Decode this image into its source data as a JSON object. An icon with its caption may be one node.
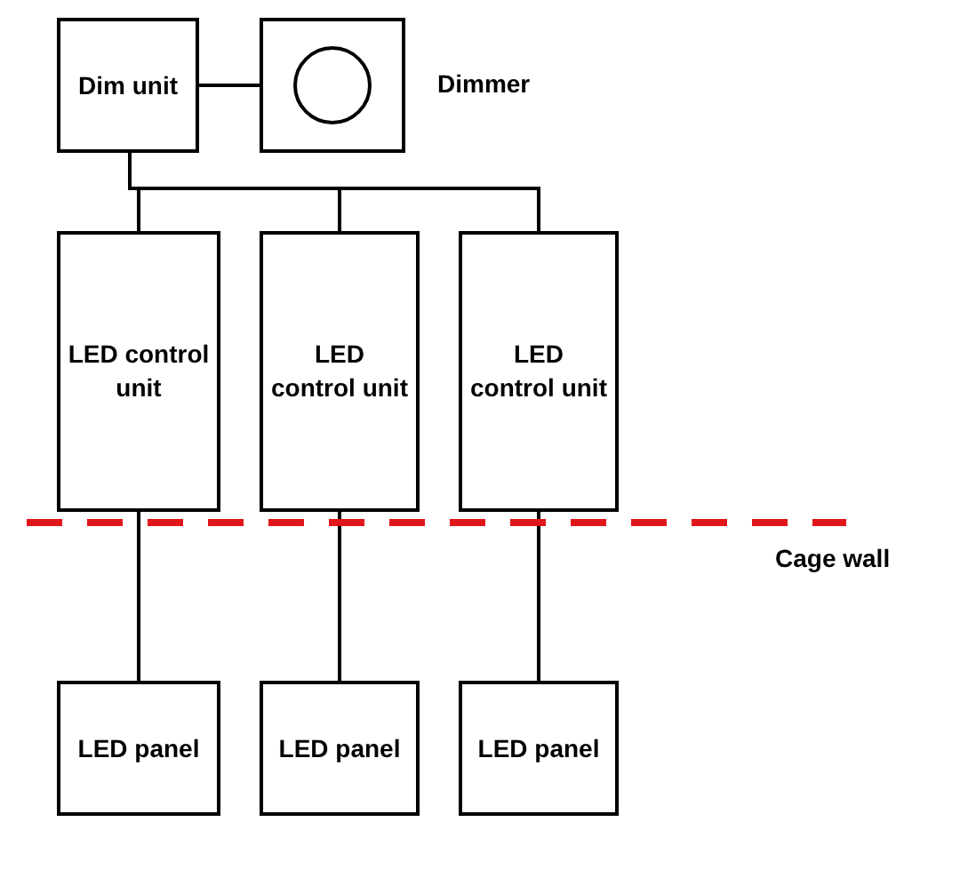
{
  "diagram": {
    "nodes": [
      {
        "text": [
          "Dim unit"
        ]
      },
      {
        "text": [],
        "shape": "box",
        "beside": [
          "Dimmer"
        ]
      },
      {
        "text": [
          "LED control unit"
        ]
      },
      {
        "text": [
          "LED control unit"
        ]
      },
      {
        "text": [
          "LED control unit"
        ]
      },
      {
        "text": [
          "LED panel"
        ]
      },
      {
        "text": [
          "LED panel"
        ]
      },
      {
        "text": [
          "LED panel"
        ]
      }
    ],
    "edges": [
      {
        "from": 0,
        "to": 1,
        "arrow": "none"
      },
      {
        "from": 0,
        "to": 2,
        "arrow": "none"
      },
      {
        "from": 0,
        "to": 3,
        "arrow": "none"
      },
      {
        "from": 0,
        "to": 4,
        "arrow": "none"
      },
      {
        "from": 2,
        "to": 5,
        "arrow": "none"
      },
      {
        "from": 3,
        "to": 6,
        "arrow": "none"
      },
      {
        "from": 4,
        "to": 7,
        "arrow": "none"
      }
    ],
    "labels": [
      "Cage wall"
    ]
  }
}
